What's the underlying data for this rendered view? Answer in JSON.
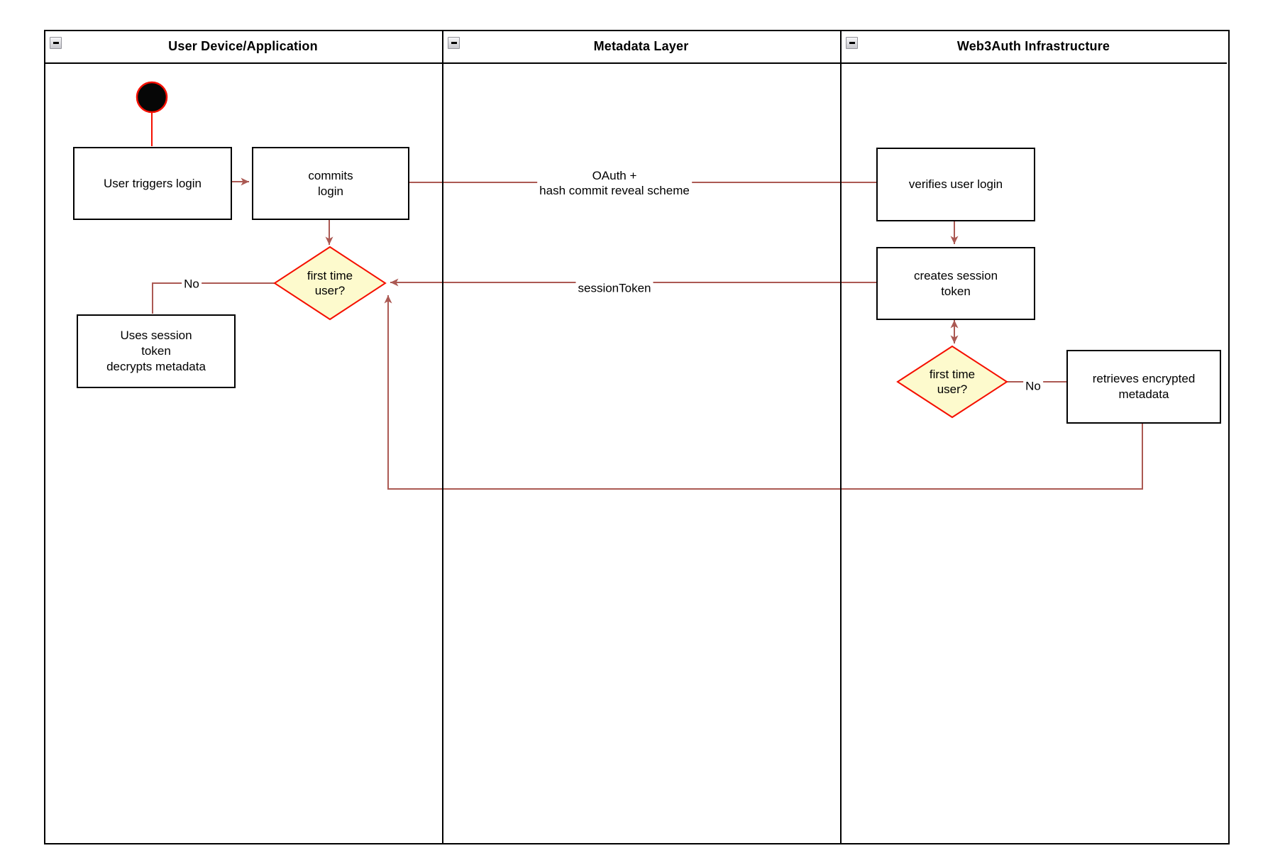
{
  "diagram": {
    "lanes": [
      {
        "title": "User Device/Application"
      },
      {
        "title": "Metadata Layer"
      },
      {
        "title": "Web3Auth Infrastructure"
      }
    ],
    "nodes": {
      "user_triggers_login": {
        "label": "User triggers login"
      },
      "commits_login": {
        "label": "commits\nlogin"
      },
      "first_time_user_device": {
        "label": "first time\nuser?"
      },
      "uses_session_token": {
        "label": "Uses session\ntoken\ndecrypts metadata"
      },
      "verifies_user_login": {
        "label": "verifies user login"
      },
      "creates_session_token": {
        "label": "creates session\ntoken"
      },
      "first_time_user_infra": {
        "label": "first time\nuser?"
      },
      "retrieves_encrypted_metadata": {
        "label": "retrieves encrypted\nmetadata"
      }
    },
    "edge_labels": {
      "oauth": "OAuth +\nhash commit reveal scheme",
      "session_token": "sessionToken",
      "no_device": "No",
      "no_infra": "No"
    },
    "colors": {
      "connector": "#ab5953",
      "shape_red": "#f50f00",
      "decision_fill": "#fdfacd",
      "lane_border": "#000000"
    }
  }
}
